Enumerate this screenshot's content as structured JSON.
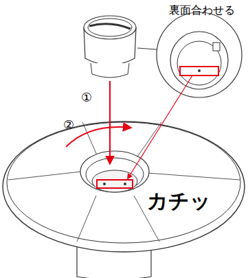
{
  "diagram": {
    "labels": [
      "裏面合わせる",
      "①",
      "②",
      "カチッ"
    ]
  }
}
